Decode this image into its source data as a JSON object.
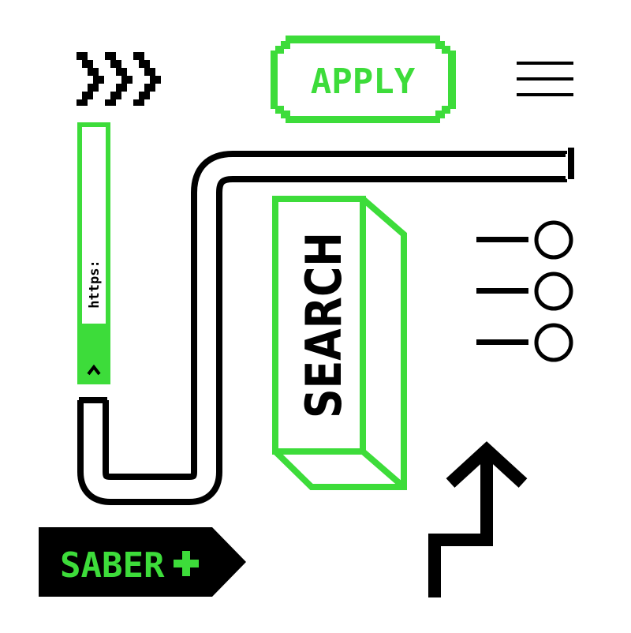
{
  "buttons": {
    "apply_label": "APPLY",
    "search_label": "SEARCH",
    "brand_label": "SABER"
  },
  "address_bar": {
    "protocol_label": "https:"
  },
  "icons": {
    "top_left": "chevrons-right-icon",
    "top_right": "hamburger-menu-icon",
    "radio_list": "radio-list-icon",
    "arrow": "arrow-up-icon",
    "brand_plus": "plus-icon",
    "address_bar_caret": "chevron-up-icon"
  },
  "colors": {
    "accent": "#3ddc3a",
    "ink": "#000000",
    "background": "#ffffff"
  }
}
